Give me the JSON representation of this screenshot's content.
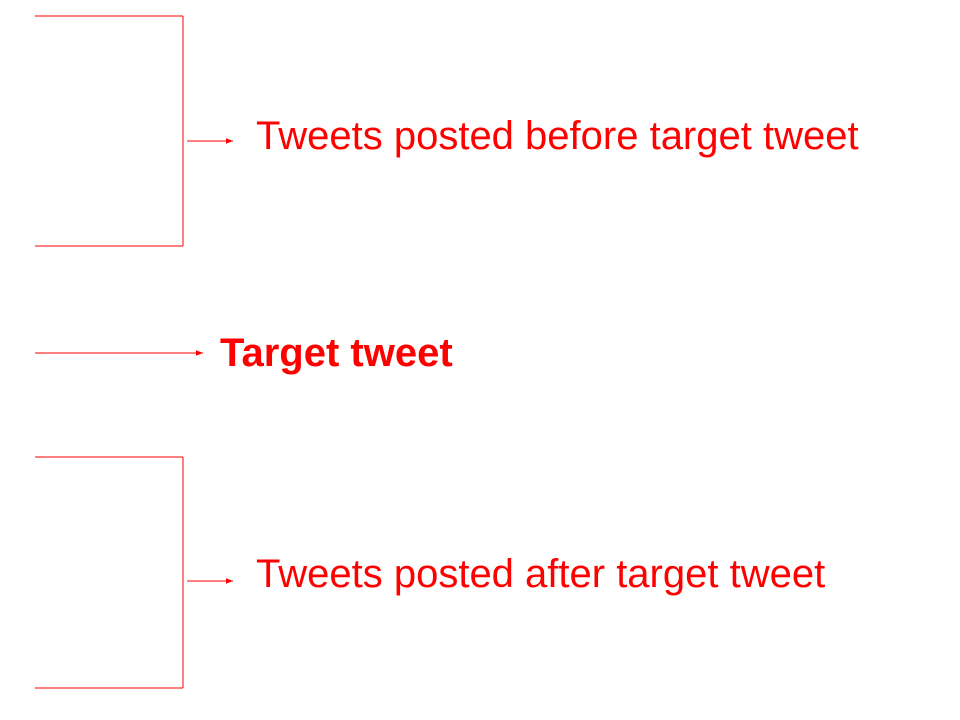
{
  "labels": {
    "before": "Tweets posted before target tweet",
    "target": "Target tweet",
    "after": "Tweets posted after target tweet"
  },
  "colors": {
    "accent": "#ff0000"
  }
}
